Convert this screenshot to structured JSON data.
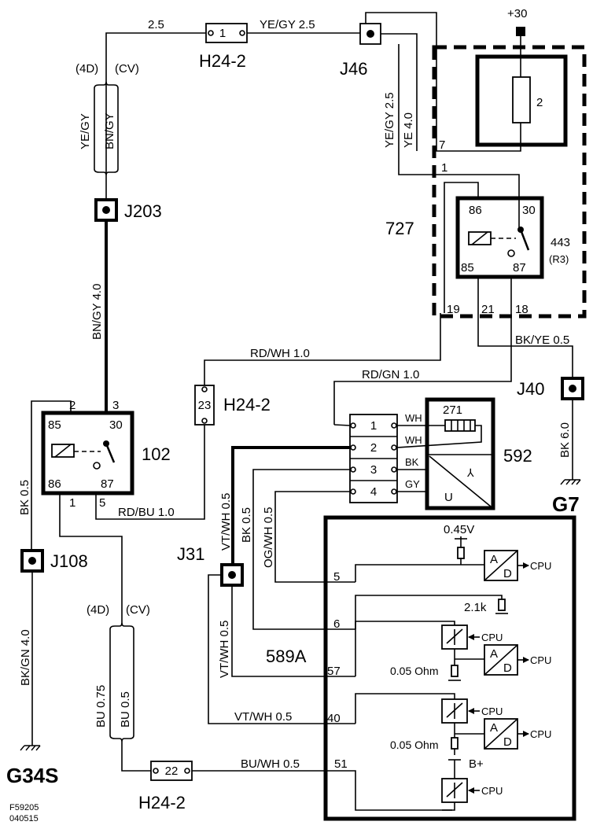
{
  "components": {
    "c102": "102",
    "c727": "727",
    "c443": "443",
    "c443_sub": "(R3)",
    "c592": "592",
    "c589a": "589A",
    "c271": "271",
    "fuse2": "2",
    "plus30": "+30"
  },
  "connectors": {
    "h24_2": "H24-2",
    "j46": "J46",
    "j203": "J203",
    "j40": "J40",
    "j31": "J31",
    "j108": "J108",
    "g7": "G7",
    "g34s": "G34S"
  },
  "wires": {
    "w_2_5": "2.5",
    "yegy_25_top": "YE/GY  2.5",
    "yegy_25_vert": "YE/GY  2.5",
    "ye_40": "YE  4.0",
    "variant_4d": "(4D)",
    "variant_cv": "(CV)",
    "yegy": "YE/GY",
    "bngy": "BN/GY",
    "bngy_40": "BN/GY  4.0",
    "rdwh_10": "RD/WH  1.0",
    "rdgn_10": "RD/GN  1.0",
    "bkye_05": "BK/YE  0.5",
    "bk_60": "BK  6.0",
    "bk_05_left": "BK   0.5",
    "rdbu_10": "RD/BU     1.0",
    "vtwh_05_a": "VT/WH  0.5",
    "bk_05_b": "BK  0.5",
    "ogwh_05": "OG/WH  0.5",
    "vtwh_05_b": "VT/WH  0.5",
    "vtwh_05_c": "VT/WH   0.5",
    "bkgn_40": "BK/GN  4.0",
    "variant_4d_2": "(4D)",
    "variant_cv_2": "(CV)",
    "bu_075": "BU   0.75",
    "bu_05": "BU    0.5",
    "buwh_05": "BU/WH  0.5",
    "wh1": "WH",
    "wh2": "WH",
    "bk_s": "BK",
    "gy_s": "GY"
  },
  "pins": {
    "p1": "1",
    "p2": "2",
    "p3": "3",
    "p4": "4",
    "p5": "5",
    "p6": "6",
    "p7": "7",
    "p18": "18",
    "p19": "19",
    "p21": "21",
    "p22": "22",
    "p23": "23",
    "p30": "30",
    "p40": "40",
    "p51": "51",
    "p57": "57",
    "p85": "85",
    "p86": "86",
    "p87": "87"
  },
  "internals": {
    "v045": "0.45V",
    "r21k": "2.1k",
    "ohm1": "0.05 Ohm",
    "ohm2": "0.05 Ohm",
    "bplus": "B+",
    "cpu": "CPU",
    "a": "A",
    "d": "D",
    "u": "U"
  },
  "footer": {
    "code": "F59205",
    "date": "040515"
  }
}
